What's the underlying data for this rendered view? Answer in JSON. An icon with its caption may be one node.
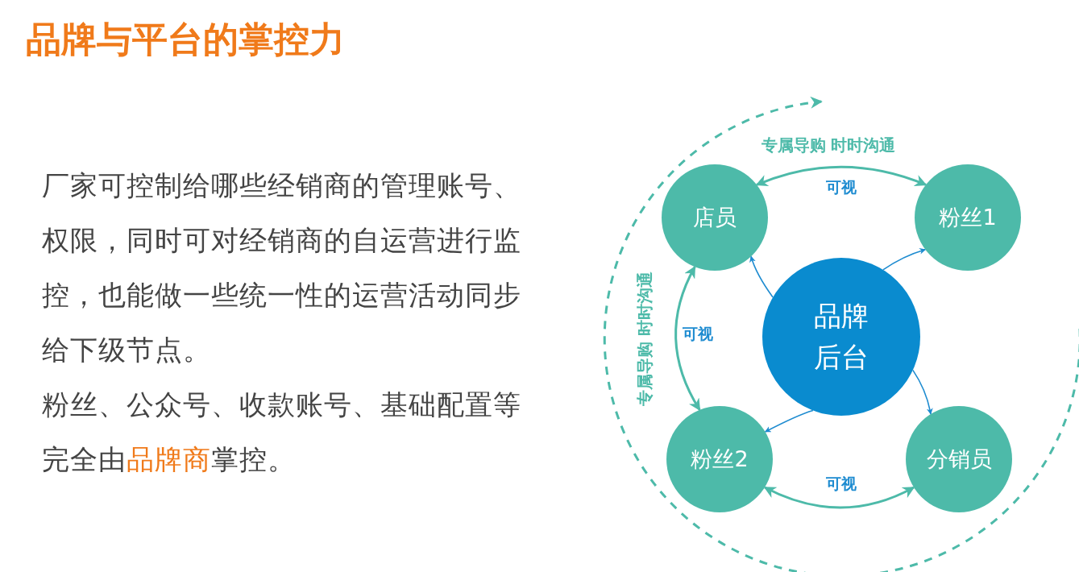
{
  "diagram": {
    "title": "品牌与平台的掌控力",
    "nodes": [
      {
        "text": [
          "品牌后台"
        ]
      },
      {
        "text": [
          "店员"
        ]
      },
      {
        "text": [
          "粉丝1"
        ]
      },
      {
        "text": [
          "粉丝2"
        ]
      },
      {
        "text": [
          "分销员"
        ]
      }
    ],
    "edges": [
      {
        "from": 0,
        "to": 1,
        "arrow": "to"
      },
      {
        "from": 0,
        "to": 2,
        "arrow": "to"
      },
      {
        "from": 0,
        "to": 4,
        "arrow": "to"
      },
      {
        "from": 0,
        "to": 3,
        "arrow": "to"
      },
      {
        "from": 1,
        "to": 2,
        "arrow": "both",
        "label": "专属导购 时时沟通",
        "color": "#4dbaa9"
      },
      {
        "from": 1,
        "to": 3,
        "arrow": "both",
        "label": "专属导购 时时沟通",
        "color": "#4dbaa9"
      },
      {
        "from": 3,
        "to": 4,
        "arrow": "both",
        "label": "可视",
        "color": "#4dbaa9"
      }
    ],
    "labels": [
      "厂家可控制给哪些经销商的管理账号、权限，同时可对经销商的自运营进行监控，也能做一些统一性的运营活动同步给下级节点。",
      "粉丝、公众号、收款账号、基础配置等完全由**品牌商**掌控。",
      "可视",
      "可视"
    ]
  }
}
